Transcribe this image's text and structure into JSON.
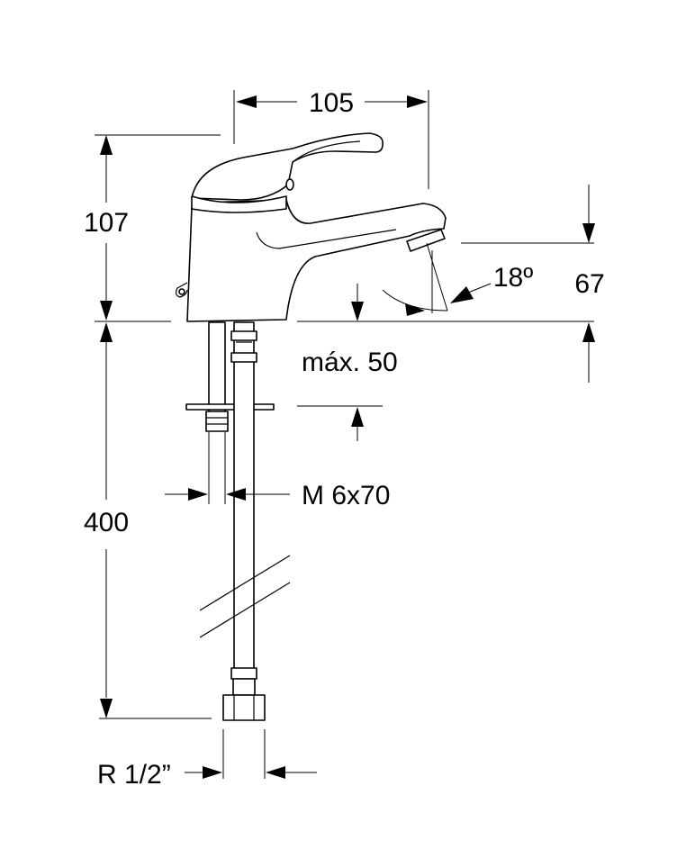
{
  "dimensions": {
    "width_label": "105",
    "height_label": "107",
    "spout_height_label": "67",
    "angle_label": "18º",
    "max_counter_label": "máx. 50",
    "stud_label": "M 6x70",
    "hose_length_label": "400",
    "thread_label": "R 1/2”"
  },
  "colors": {
    "line": "#000000",
    "background": "#ffffff"
  }
}
